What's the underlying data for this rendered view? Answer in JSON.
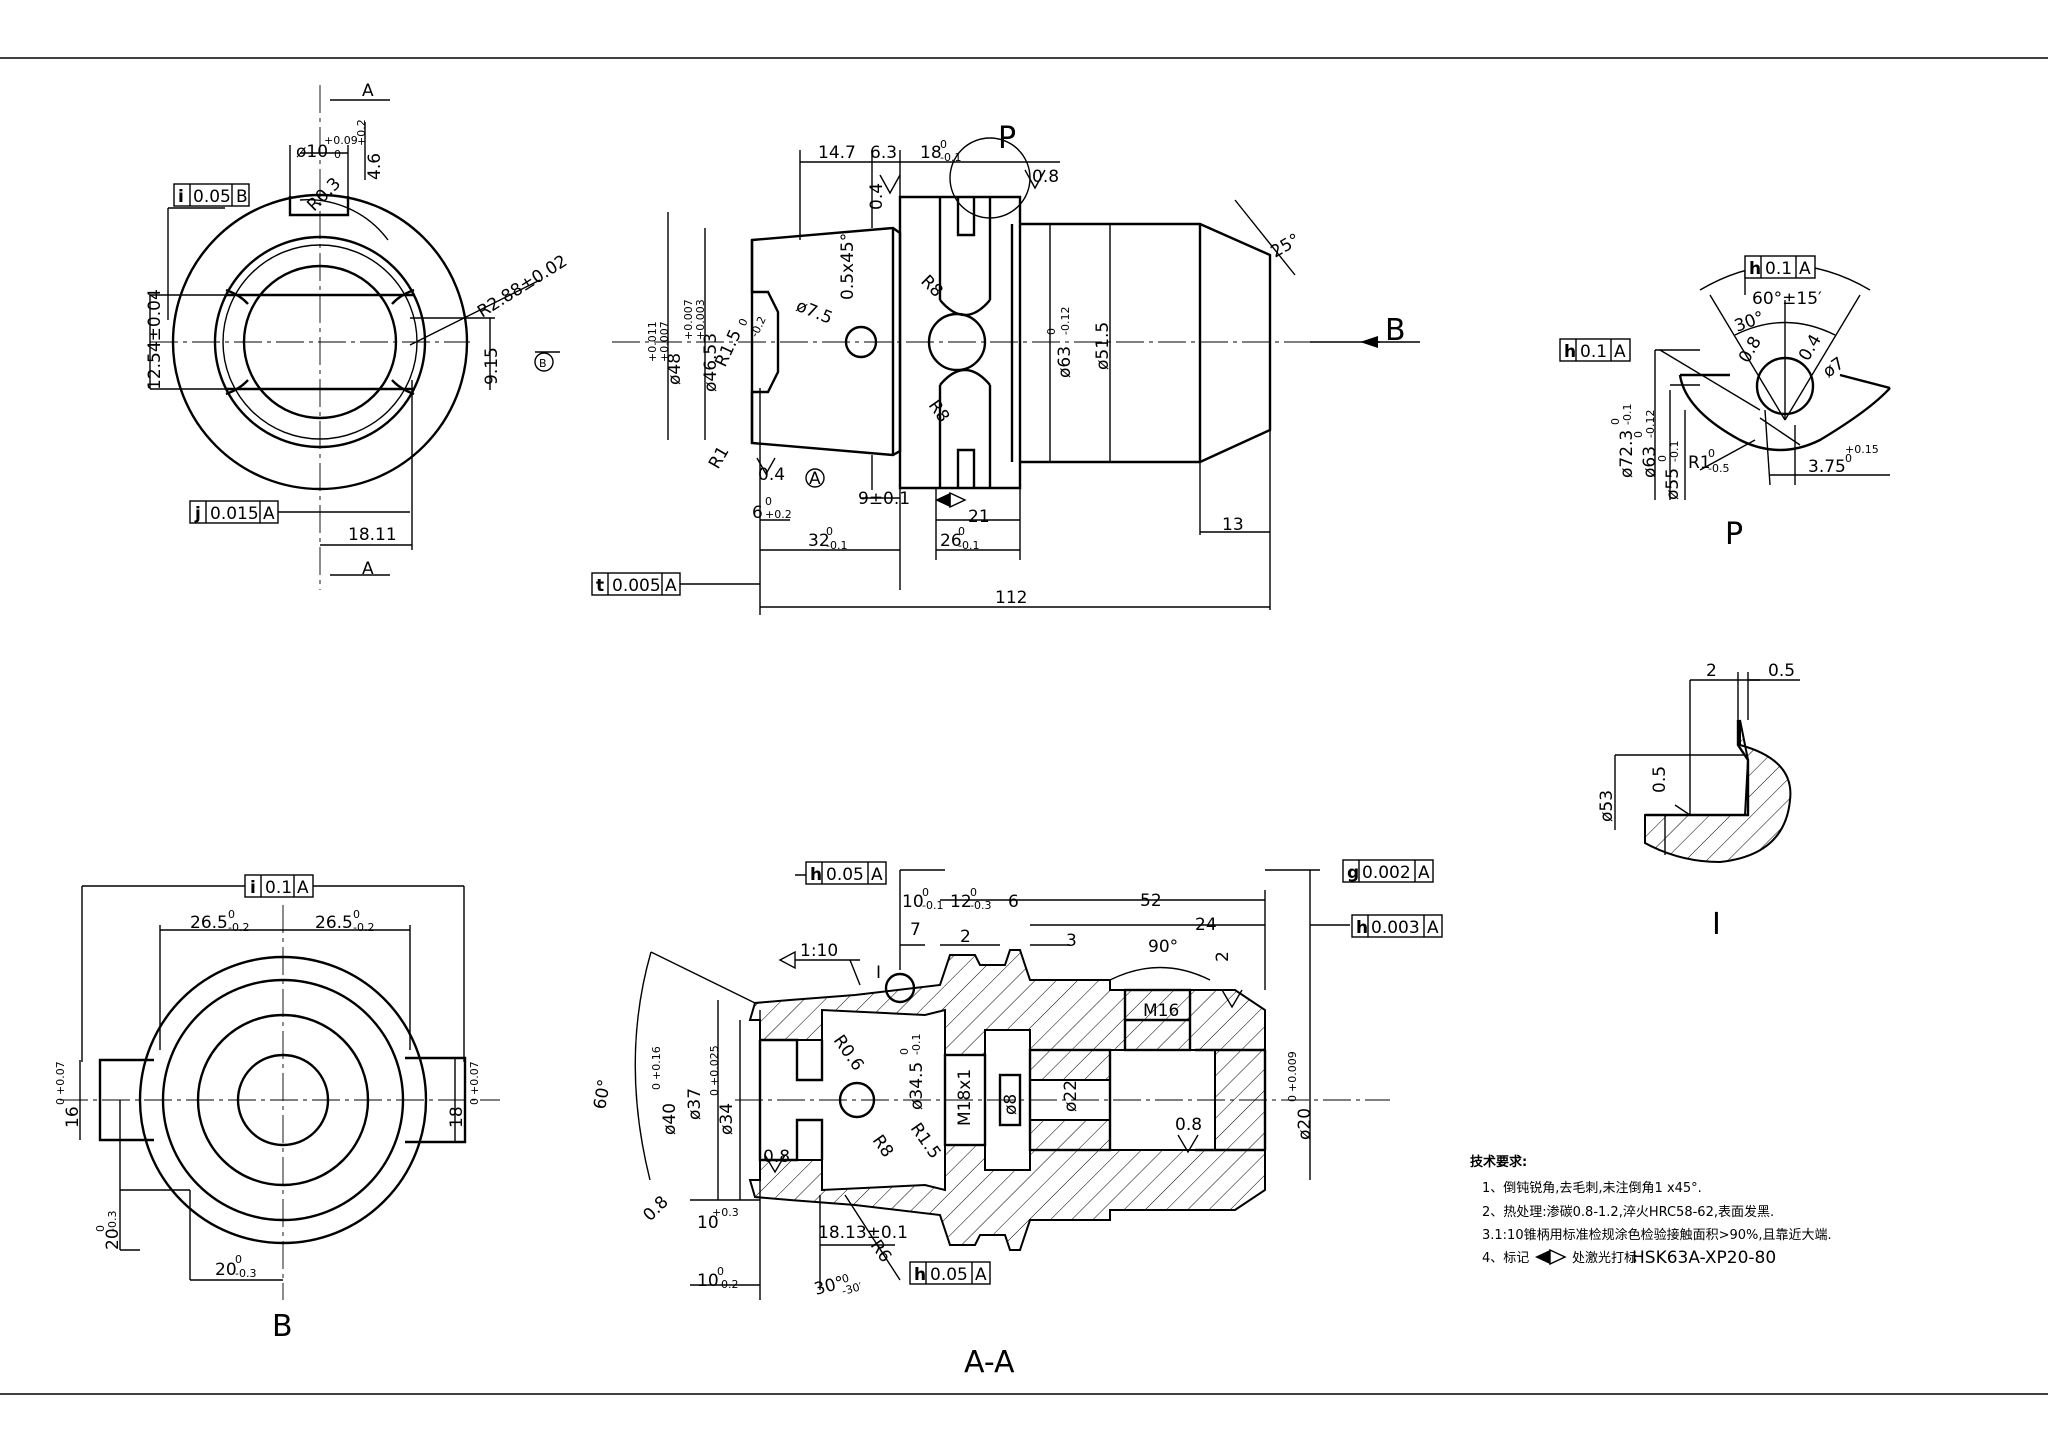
{
  "view_labels": {
    "P": "P",
    "B": "B",
    "I": "I",
    "AA": "A-A",
    "A": "A"
  },
  "fcf": {
    "i005B": {
      "sym": "i",
      "tol": "0.05",
      "datum": "B"
    },
    "j0015A": {
      "sym": "j",
      "tol": "0.015",
      "datum": "A"
    },
    "t0005A": {
      "sym": "t",
      "tol": "0.005",
      "datum": "A"
    },
    "h01A_p1": {
      "sym": "h",
      "tol": "0.1",
      "datum": "A"
    },
    "h01A_p2": {
      "sym": "h",
      "tol": "0.1",
      "datum": "A"
    },
    "i01A": {
      "sym": "i",
      "tol": "0.1",
      "datum": "A"
    },
    "h005A_top": {
      "sym": "h",
      "tol": "0.05",
      "datum": "A"
    },
    "h005A_bot": {
      "sym": "h",
      "tol": "0.05",
      "datum": "A"
    },
    "g0002A": {
      "sym": "g",
      "tol": "0.002",
      "datum": "A"
    },
    "h0003A": {
      "sym": "h",
      "tol": "0.003",
      "datum": "A"
    }
  },
  "dims": {
    "d10": "ø10",
    "d10_tol": "+0.09",
    "d10_sub": "0",
    "d460": "4.6",
    "d460_tol": "+0.2",
    "d460_sub": "0",
    "r03": "R0.3",
    "r288": "R2.88±0.02",
    "d1254": "12.54±0.04",
    "d915": "9.15",
    "d1811": "18.11",
    "d147": "14.7",
    "d63": "6.3",
    "d18": "18",
    "d18_sub": "0",
    "d18_tol": "-0.1",
    "d08": "0.8",
    "d04": "0.4",
    "d05x45": "0.5x45°",
    "d75": "ø7.5",
    "rr8a": "R8",
    "rr8b": "R8",
    "d25": "25°",
    "d48": "ø48",
    "d48_tol": "+0.011",
    "d48_tol2": "+0.007",
    "d4653": "ø46.53",
    "d4653_tol": "+0.007",
    "d4653_tol2": "+0.003",
    "r15": "R1.5",
    "r15_sub": "0",
    "r15_tol": "-0.2",
    "d63b": "ø63",
    "d63b_sub": "0",
    "d63b_tol": "-0.12",
    "d515": "ø51.5",
    "r1": "R1",
    "d6": "6",
    "d6_sub": "0",
    "d6_tol": "+0.2",
    "d9": "9±0.1",
    "d21": "21",
    "d13": "13",
    "d32": "32",
    "d32_sub": "0",
    "d32_tol": "-0.1",
    "d26": "26",
    "d26_sub": "0",
    "d26_tol": "-0.1",
    "d112": "112",
    "p60": "60°±15′",
    "p30": "30°",
    "p08": "0.8",
    "p04": "0.4",
    "p7": "ø7",
    "p723": "ø72.3",
    "p723_sub": "0",
    "p723_tol": "-0.1",
    "p63": "ø63",
    "p63_sub": "0",
    "p63_tol": "-0.12",
    "p55": "ø55",
    "p55_sub": "0",
    "p55_tol": "-0.1",
    "pr1": "R1",
    "pr1_sub": "0",
    "pr1_tol": "-0.5",
    "p375": "3.75",
    "p375_sub": "0",
    "p375_tol": "+0.15",
    "i2": "2",
    "i05a": "0.5",
    "i05b": "0.5",
    "i53": "ø53",
    "b265a": "26.5",
    "b265a_sub": "0",
    "b265a_tol": "-0.2",
    "b265b": "26.5",
    "b265b_sub": "0",
    "b265b_tol": "-0.2",
    "b16": "16",
    "b16_sub": "0",
    "b16_tol": "+0.07",
    "b18": "18",
    "b18_sub": "0",
    "b18_tol": "+0.07",
    "b20a": "20",
    "b20a_sub": "0",
    "b20a_tol": "-0.3",
    "b20b": "20",
    "b20b_sub": "0",
    "b20b_tol": "-0.3",
    "a110": "1:10",
    "a10a": "10",
    "a10a_sub": "0",
    "a10a_tol": "-0.1",
    "a12": "12",
    "a12_sub": "0",
    "a12_tol": "-0.3",
    "a6": "6",
    "a52": "52",
    "a7": "7",
    "a2a": "2",
    "a3": "3",
    "a24": "24",
    "a90": "90°",
    "a2b": "2",
    "aI": "I",
    "ar06": "R0.6",
    "am16": "M16",
    "a40": "ø40",
    "a40_sub": "0",
    "a40_tol": "+0.16",
    "a37": "ø37",
    "a34": "ø34",
    "a34_sub": "0",
    "a34_tol": "+0.025",
    "a345": "ø34.5",
    "a345_sub": "0",
    "a345_tol": "-0.1",
    "am18": "M18x1",
    "a8": "ø8",
    "a22": "ø22",
    "a20": "ø20",
    "a20_sub": "0",
    "a20_tol": "+0.009",
    "a60": "60°",
    "ar8": "R8",
    "ar15": "R1.5",
    "ar6": "R6",
    "a1813": "18.13±0.1",
    "a10b": "10",
    "a10b_tol": "+0.3",
    "a10c": "10",
    "a10c_sub": "0",
    "a10c_tol": "-0.2",
    "a30": "30°",
    "a30_sub": "0",
    "a30_tol": "-30′",
    "a08a": "0.8",
    "a08b": "0.8",
    "a08c": "0.8"
  },
  "notes": {
    "title": "技术要求:",
    "n1": "1、倒钝锐角,去毛刺,未注倒角1 x45°.",
    "n2": "2、热处理:渗碳0.8-1.2,淬火HRC58-62,表面发黑.",
    "n3": "3.1:10锥柄用标准检规涂色检验接触面积>90%,且靠近大端.",
    "n4a": "4、标记",
    "n4b": "处激光打标",
    "n4code": "HSK63A-XP20-80"
  }
}
